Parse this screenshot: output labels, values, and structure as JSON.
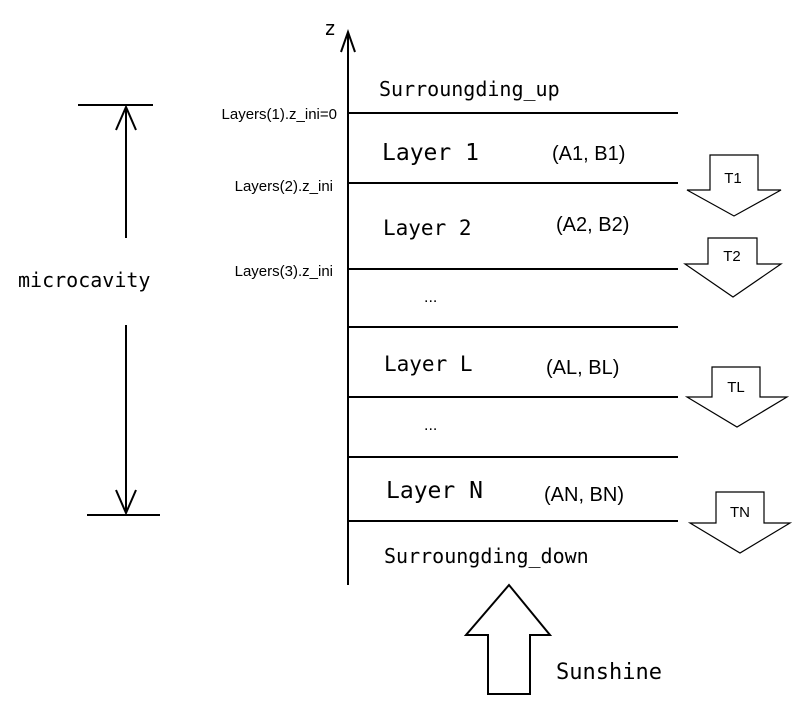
{
  "axis": {
    "label": "z"
  },
  "surroundings": {
    "up": "Surroungding_up",
    "down": "Surroungding_down"
  },
  "boundaries": [
    "Layers(1).z_ini=0",
    "Layers(2).z_ini",
    "Layers(3).z_ini"
  ],
  "layers": [
    {
      "name": "Layer 1",
      "params": "(A1, B1)",
      "transmission": "T1"
    },
    {
      "name": "Layer 2",
      "params": "(A2, B2)",
      "transmission": "T2"
    },
    {
      "name": "Layer L",
      "params": "(AL, BL)",
      "transmission": "TL"
    },
    {
      "name": "Layer N",
      "params": "(AN, BN)",
      "transmission": "TN"
    }
  ],
  "ellipsis": "...",
  "microcavity": {
    "label": "microcavity"
  },
  "source": {
    "label": "Sunshine"
  }
}
